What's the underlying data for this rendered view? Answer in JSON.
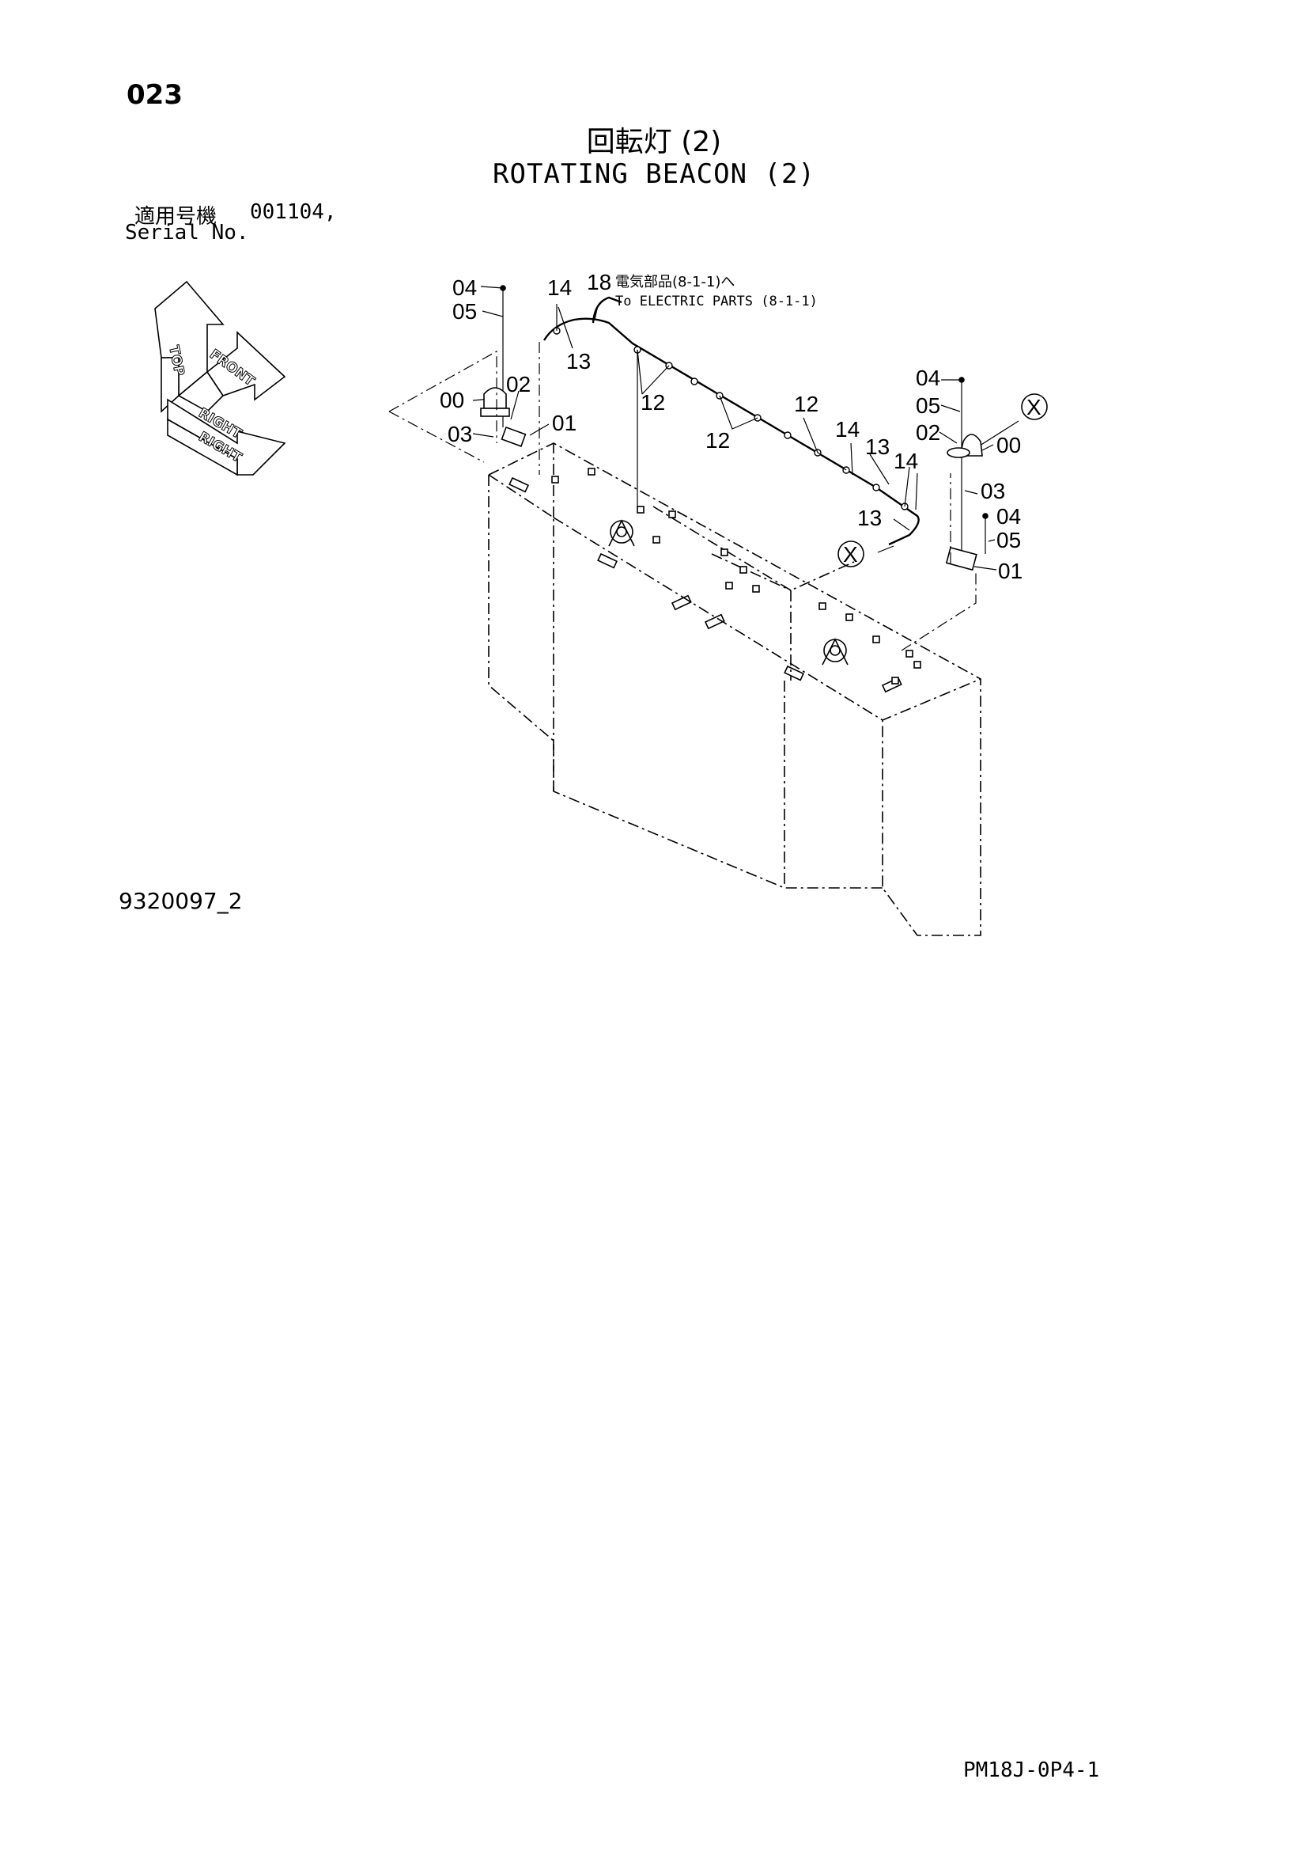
{
  "page": {
    "page_number": "023",
    "title_jp": "回転灯 (2)",
    "title_en": "ROTATING BEACON (2)",
    "serial_label_jp": "適用号機",
    "serial_value": "001104,",
    "serial_label_en": "Serial No.",
    "figure_code": "9320097_2",
    "document_code": "PM18J-0P4-1"
  },
  "orientation": {
    "top": "TOP",
    "front": "FRONT",
    "right": "RIGHT"
  },
  "callouts": {
    "c00_left": "00",
    "c01_left": "01",
    "c02_left": "02",
    "c03_left": "03",
    "c04_left": "04",
    "c05_left": "05",
    "c14_a": "14",
    "c18": "18",
    "c13_a": "13",
    "c12_a": "12",
    "c12_b": "12",
    "c12_c": "12",
    "c14_b": "14",
    "c13_b": "13",
    "c14_c": "14",
    "c13_c": "13",
    "c04_right_top": "04",
    "c05_right_top": "05",
    "c02_right": "02",
    "c00_right": "00",
    "c03_right": "03",
    "c04_right_low": "04",
    "c05_right_low": "05",
    "c01_right": "01",
    "ref_mark": "X"
  },
  "note": {
    "jp": "電気部品(8-1-1)へ",
    "en": "To ELECTRIC PARTS (8-1-1)"
  }
}
